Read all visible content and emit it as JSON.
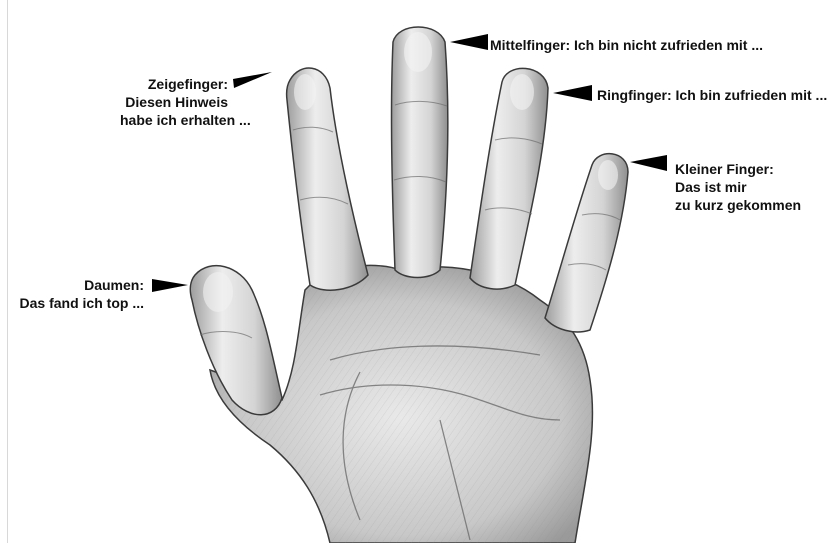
{
  "labels": {
    "thumb": [
      "Daumen:",
      "Das fand ich top ..."
    ],
    "index": [
      "Zeigefinger:",
      "Diesen Hinweis",
      "habe ich erhalten ..."
    ],
    "middle": [
      "Mittelfinger: Ich bin nicht zufrieden mit ..."
    ],
    "ring": [
      "Ringfinger: Ich bin zufrieden mit ..."
    ],
    "little": [
      "Kleiner Finger:",
      "Das ist mir",
      "zu kurz gekommen"
    ]
  },
  "colors": {
    "skin_light": "#f2f2f2",
    "skin_mid": "#c9c9c9",
    "skin_dark": "#7a7a7a",
    "outline": "#3a3a3a",
    "pointer": "#000000",
    "text": "#111111"
  },
  "icons": [
    "hand-drawing",
    "pointer-arrow-icon"
  ]
}
